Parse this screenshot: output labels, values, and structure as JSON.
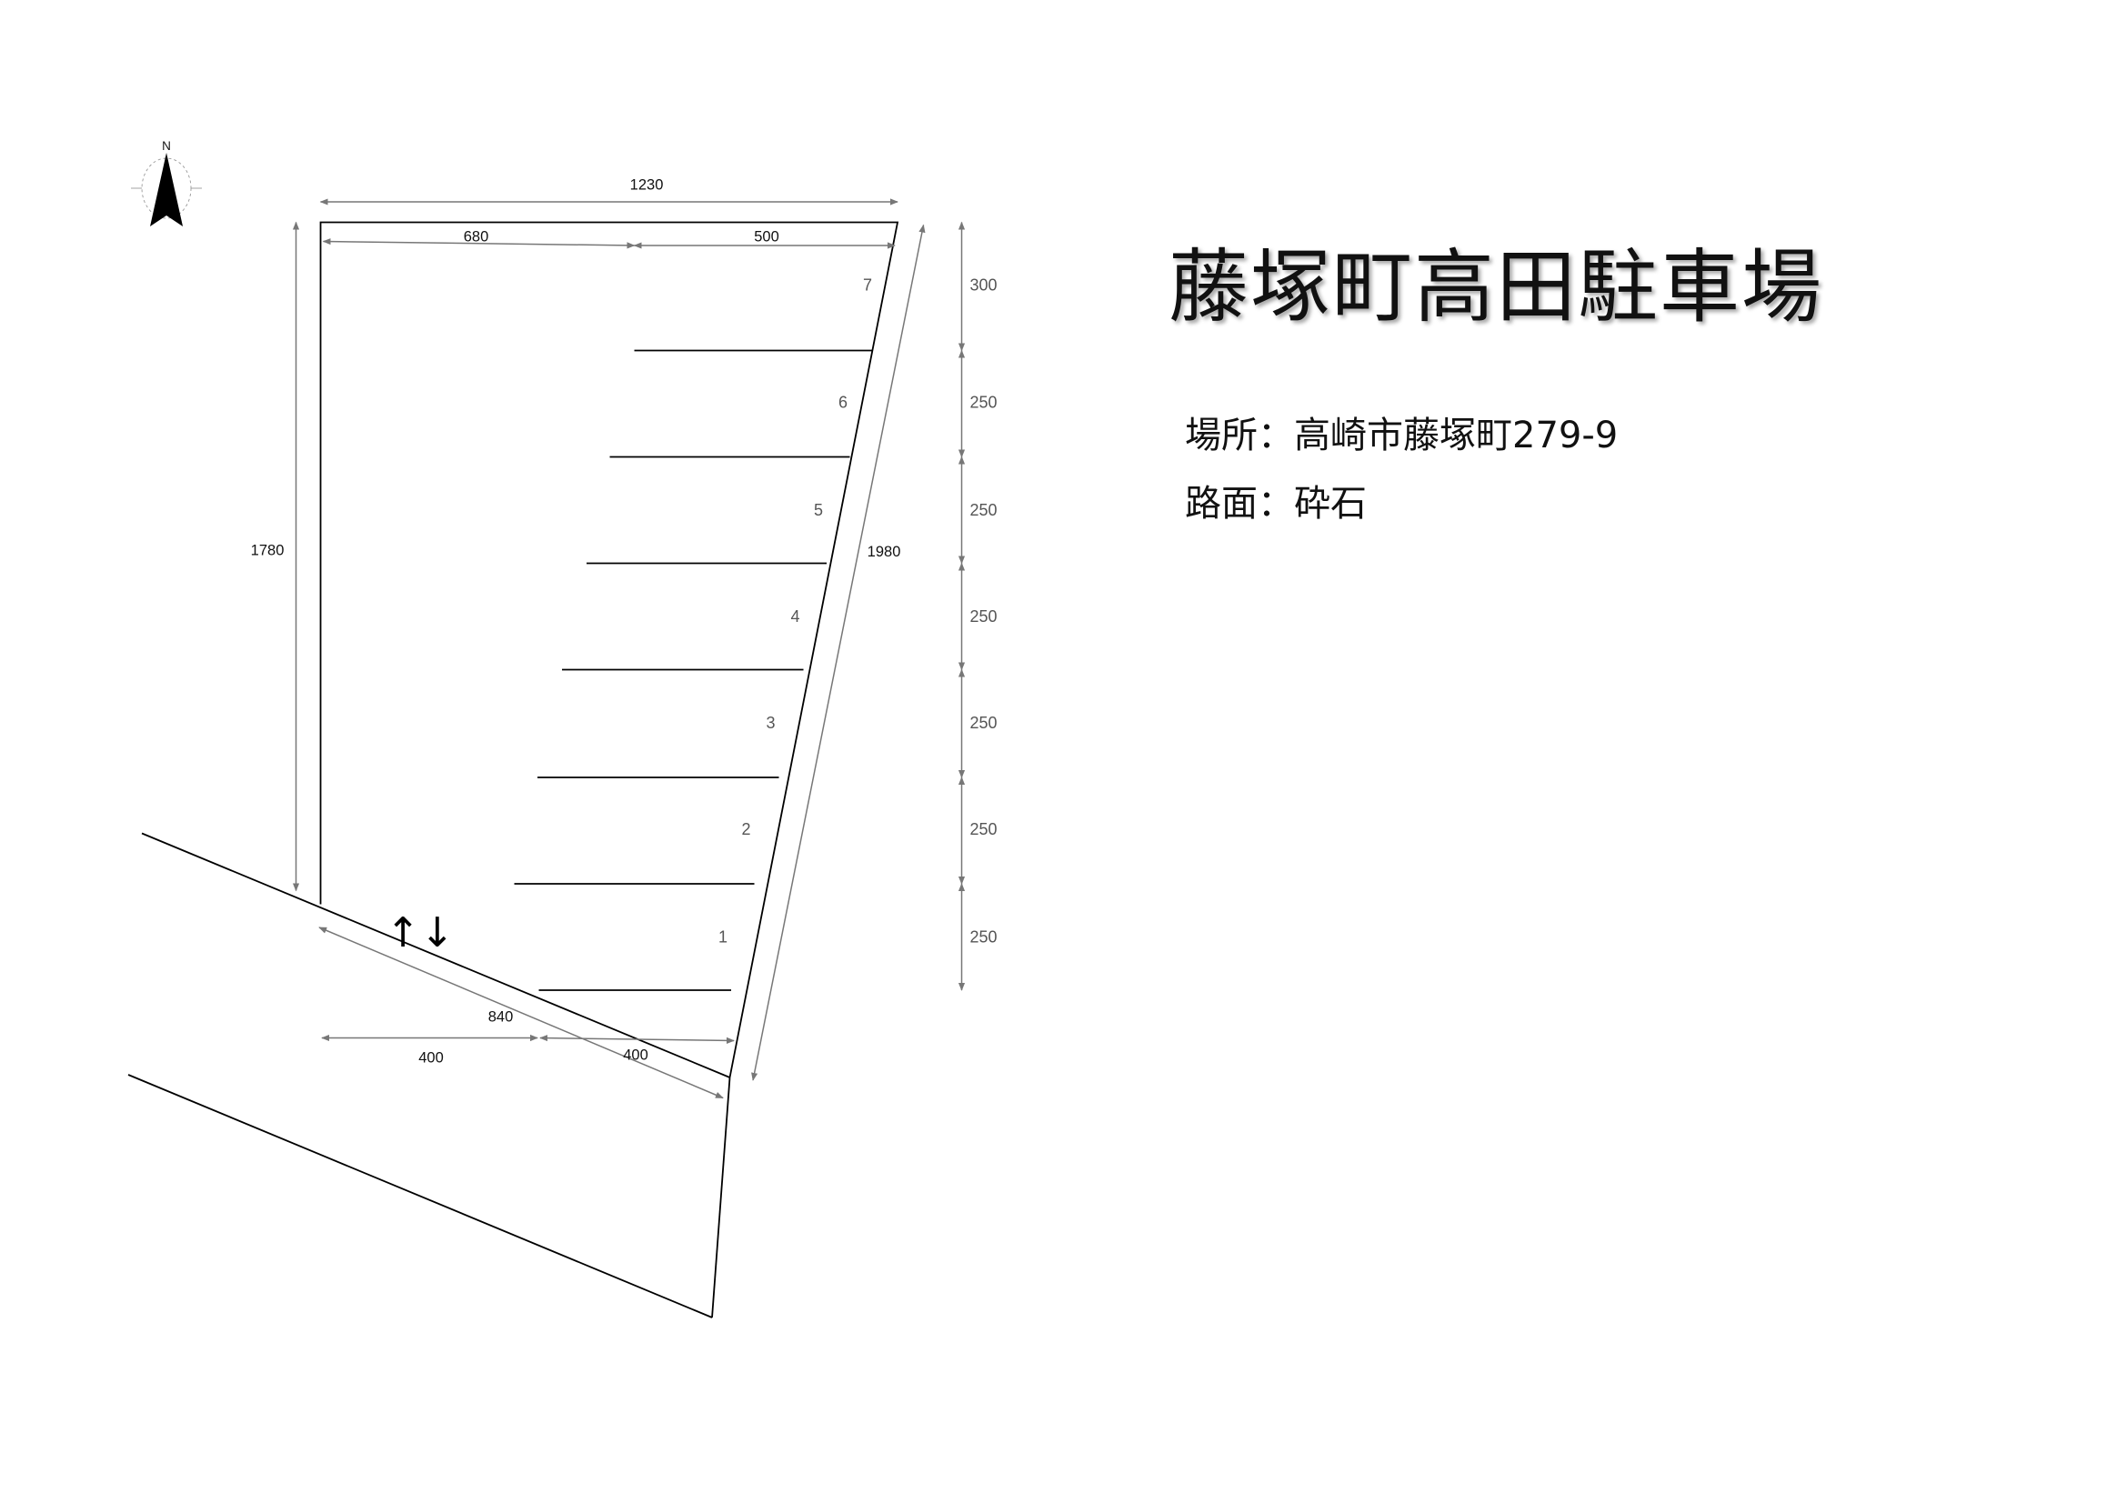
{
  "title": "藤塚町高田駐車場",
  "info": {
    "location": "場所：高崎市藤塚町279-9",
    "surface": "路面：砕石"
  },
  "compass": {
    "label": "N"
  },
  "dimensions": {
    "top_total": "1230",
    "top_left": "680",
    "top_right": "500",
    "left_side": "1780",
    "right_side": "1980",
    "front_diag": "840",
    "bottom_left": "400",
    "bottom_right": "400",
    "stall_depths": [
      "300",
      "250",
      "250",
      "250",
      "250",
      "250",
      "250"
    ]
  },
  "stalls": [
    "7",
    "6",
    "5",
    "4",
    "3",
    "2",
    "1"
  ],
  "entrance_arrows": "↑↓"
}
